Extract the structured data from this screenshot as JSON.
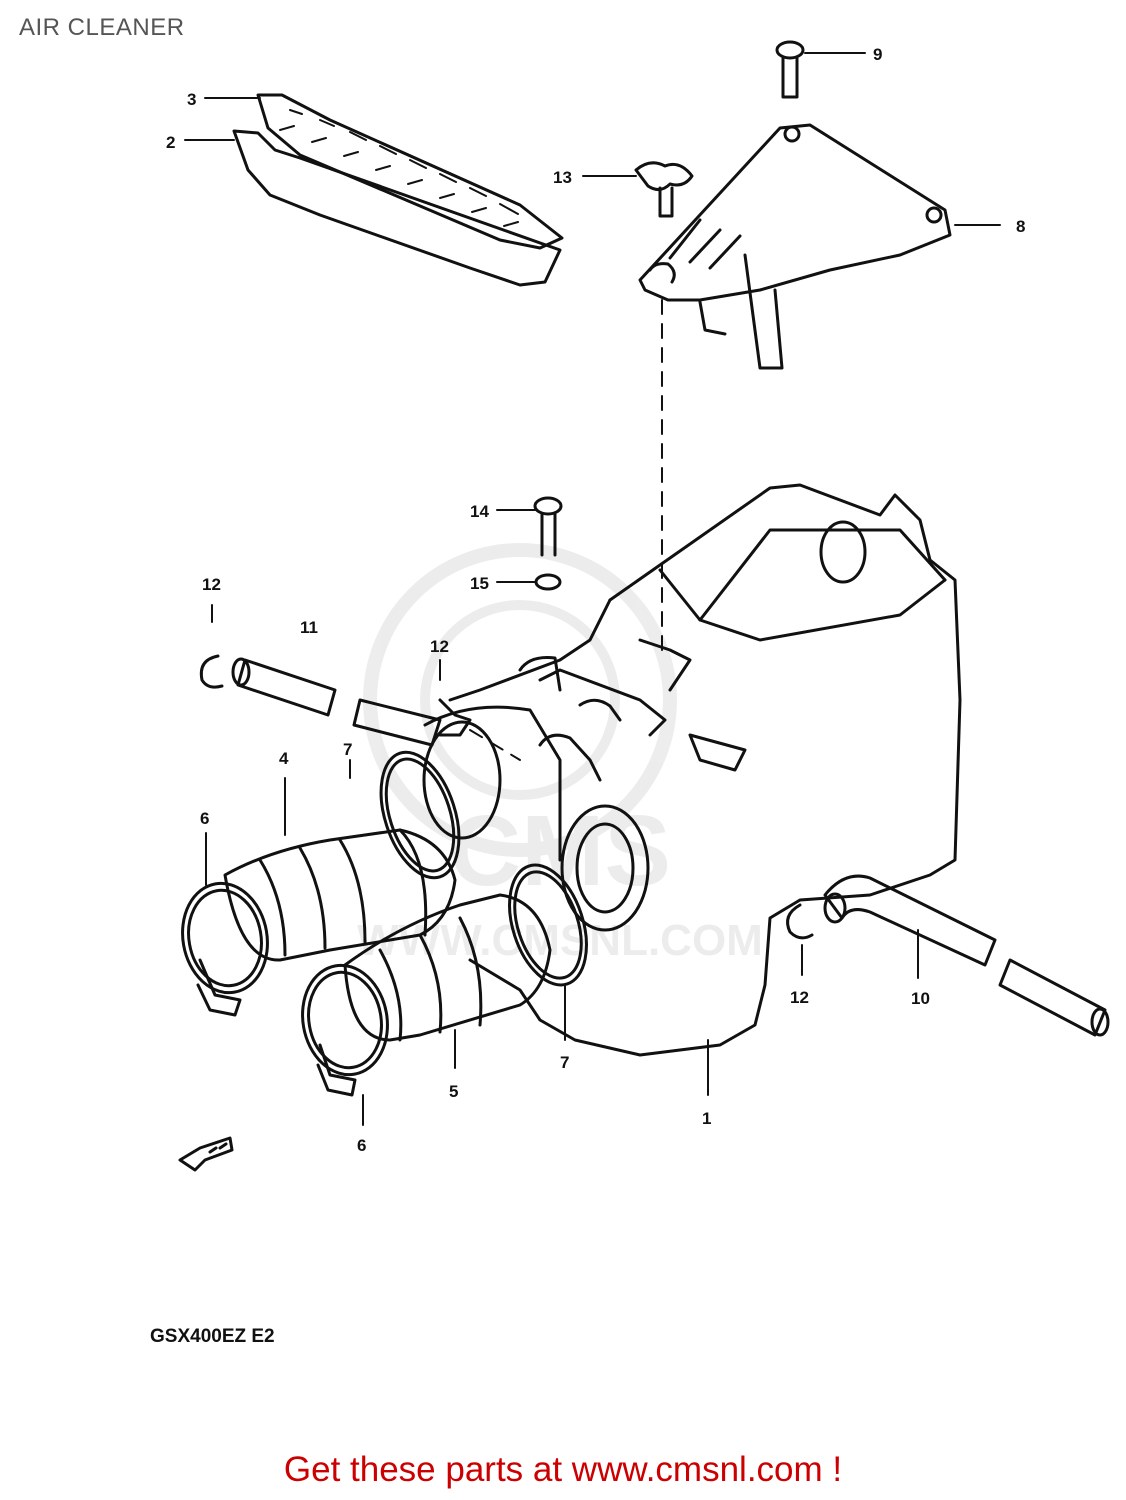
{
  "header": {
    "title": "AIR CLEANER"
  },
  "diagram": {
    "callouts": {
      "c1": "1",
      "c2": "2",
      "c3": "3",
      "c4": "4",
      "c5": "5",
      "c6a": "6",
      "c6b": "6",
      "c7a": "7",
      "c7b": "7",
      "c8": "8",
      "c9": "9",
      "c10": "10",
      "c11": "11",
      "c12a": "12",
      "c12b": "12",
      "c12c": "12",
      "c13": "13",
      "c14": "14",
      "c15": "15"
    },
    "model_code": "GSX400EZ E2",
    "watermark": {
      "brand": "CMS",
      "url": "WWW.CMSNL.COM"
    }
  },
  "footer": {
    "link_text": "Get these parts at www.cmsnl.com !"
  }
}
